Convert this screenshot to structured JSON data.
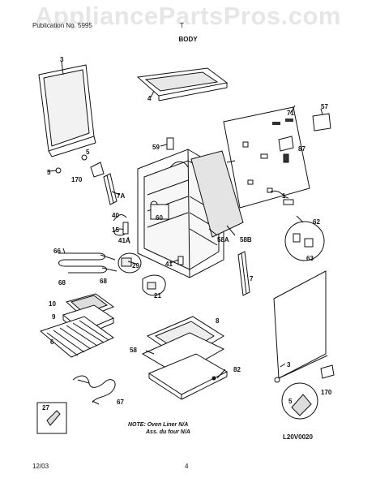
{
  "watermark": "AppliancePartsPros.com",
  "header": {
    "left": "Publication No. 5995",
    "right": "T"
  },
  "title": "BODY",
  "note": {
    "line1": "NOTE: Oven Liner N/A",
    "line2": "Ass. du four N/A"
  },
  "diagram_code": "L20V0020",
  "footer": {
    "date": "12/03",
    "page": "4"
  },
  "callouts": {
    "c3a": "3",
    "c4": "4",
    "c71": "71",
    "c57": "57",
    "c5a": "5",
    "c59": "59",
    "c87": "87",
    "c5b": "5",
    "c170a": "170",
    "c7a": "7A",
    "c1": "1",
    "c62": "62",
    "c60": "60",
    "c40": "40",
    "c15": "15",
    "c41a": "41A",
    "c58a": "58A",
    "c58b": "58B",
    "c63": "63",
    "c66": "66",
    "c29": "29",
    "c41": "41",
    "c68a": "68",
    "c68b": "68",
    "c21": "21",
    "c7": "7",
    "c10": "10",
    "c9": "9",
    "c6": "6",
    "c8": "8",
    "c58": "58",
    "c82": "82",
    "c3b": "3",
    "c27": "27",
    "c67": "67",
    "c5c": "5",
    "c170b": "170"
  }
}
